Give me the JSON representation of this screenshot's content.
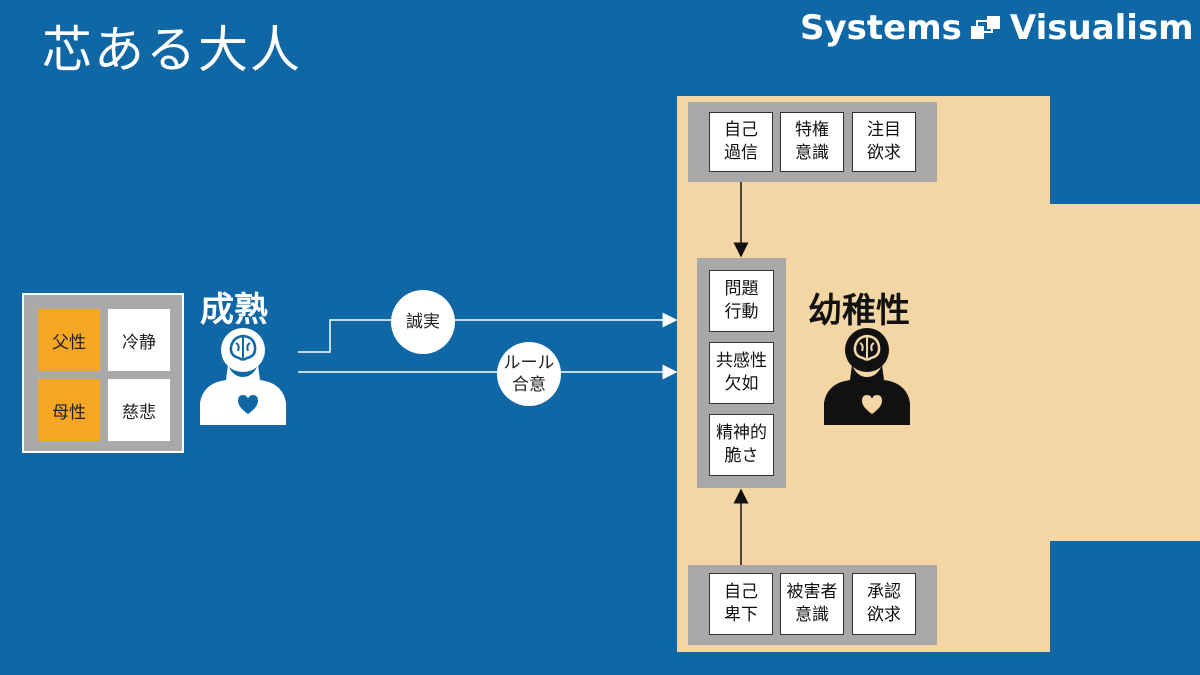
{
  "title": "芯ある大人",
  "brand": {
    "left": "Systems",
    "right": "Visualism",
    "logo_icon": "systems-visualism-logo-icon"
  },
  "colors": {
    "background": "#0f67a6",
    "beige": "#f3d6a3",
    "orange": "#f5a623",
    "frame": "#a8a8a8"
  },
  "mature": {
    "label": "成熟",
    "traits": [
      {
        "text": "父性",
        "highlight": true
      },
      {
        "text": "冷静",
        "highlight": false
      },
      {
        "text": "母性",
        "highlight": true
      },
      {
        "text": "慈悲",
        "highlight": false
      }
    ],
    "icon": "person-brain-heart-icon"
  },
  "arrows": {
    "sincerity": "誠実",
    "rule_line1": "ルール",
    "rule_line2": "合意"
  },
  "immature": {
    "label": "幼稚性",
    "icon": "person-brain-heart-icon",
    "top_causes": [
      {
        "line1": "自己",
        "line2": "過信"
      },
      {
        "line1": "特権",
        "line2": "意識"
      },
      {
        "line1": "注目",
        "line2": "欲求"
      }
    ],
    "center_traits": [
      {
        "line1": "問題",
        "line2": "行動"
      },
      {
        "line1": "共感性",
        "line2": "欠如"
      },
      {
        "line1": "精神的",
        "line2": "脆さ"
      }
    ],
    "bottom_causes": [
      {
        "line1": "自己",
        "line2": "卑下"
      },
      {
        "line1": "被害者",
        "line2": "意識"
      },
      {
        "line1": "承認",
        "line2": "欲求"
      }
    ]
  }
}
